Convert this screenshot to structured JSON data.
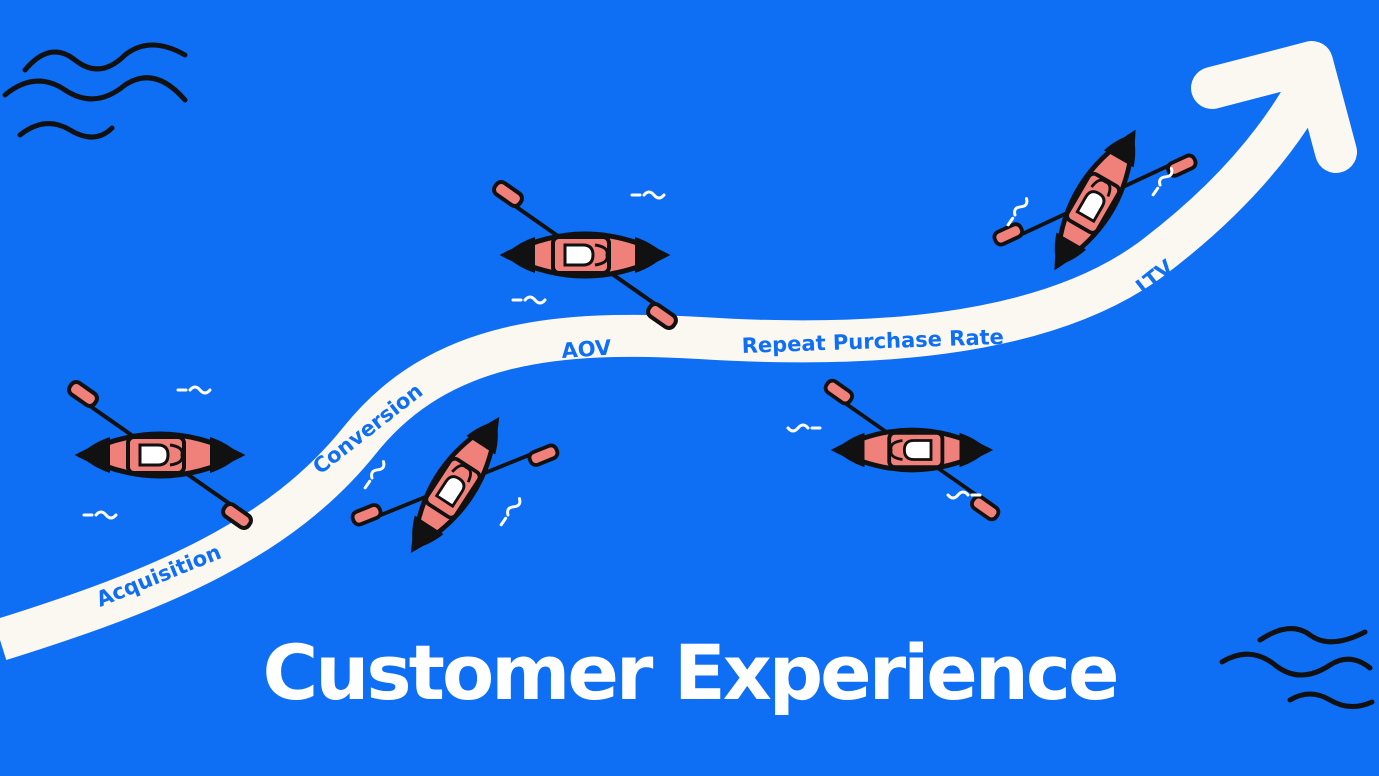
{
  "title": "Customer Experience",
  "stages": [
    {
      "id": "acquisition",
      "label": "Acquisition"
    },
    {
      "id": "conversion",
      "label": "Conversion"
    },
    {
      "id": "aov",
      "label": "AOV"
    },
    {
      "id": "repeat",
      "label": "Repeat Purchase Rate"
    },
    {
      "id": "ltv",
      "label": "LTV"
    }
  ],
  "colors": {
    "background": "#0e6ef4",
    "path": "#fbf8f2",
    "kayak": "#f0807a",
    "outline": "#111111",
    "label": "#0e6ef4"
  },
  "icons": [
    "wave-lines-icon",
    "kayak-icon",
    "paddle-icon",
    "water-ripple-icon",
    "trend-arrow-icon"
  ]
}
